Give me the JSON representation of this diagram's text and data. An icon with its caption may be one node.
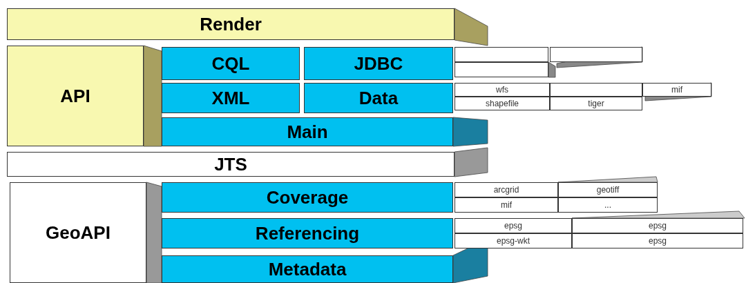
{
  "diagram": {
    "nodes": [
      {
        "text": [
          "Render"
        ]
      },
      {
        "text": [
          "API"
        ]
      },
      {
        "text": [
          "CQL"
        ]
      },
      {
        "text": [
          "JDBC"
        ]
      },
      {
        "text": [],
        "shape": "box"
      },
      {
        "text": [],
        "shape": "box"
      },
      {
        "text": [],
        "shape": "box"
      },
      {
        "text": [
          "XML"
        ]
      },
      {
        "text": [
          "Data"
        ]
      },
      {
        "text": [
          "wfs"
        ]
      },
      {
        "text": [],
        "shape": "box"
      },
      {
        "text": [
          "mif"
        ]
      },
      {
        "text": [
          "shapefile"
        ]
      },
      {
        "text": [
          "tiger"
        ]
      },
      {
        "text": [
          "Main"
        ]
      },
      {
        "text": [
          "JTS"
        ]
      },
      {
        "text": [
          "GeoAPI"
        ]
      },
      {
        "text": [
          "Coverage"
        ]
      },
      {
        "text": [
          "arcgrid"
        ]
      },
      {
        "text": [
          "geotiff"
        ]
      },
      {
        "text": [
          "mif"
        ]
      },
      {
        "text": [
          "..."
        ]
      },
      {
        "text": [
          "Referencing"
        ]
      },
      {
        "text": [
          "epsg"
        ]
      },
      {
        "text": [
          "epsg"
        ]
      },
      {
        "text": [
          "epsg-wkt"
        ]
      },
      {
        "text": [
          "epsg"
        ]
      },
      {
        "text": [
          "Metadata"
        ]
      }
    ]
  }
}
